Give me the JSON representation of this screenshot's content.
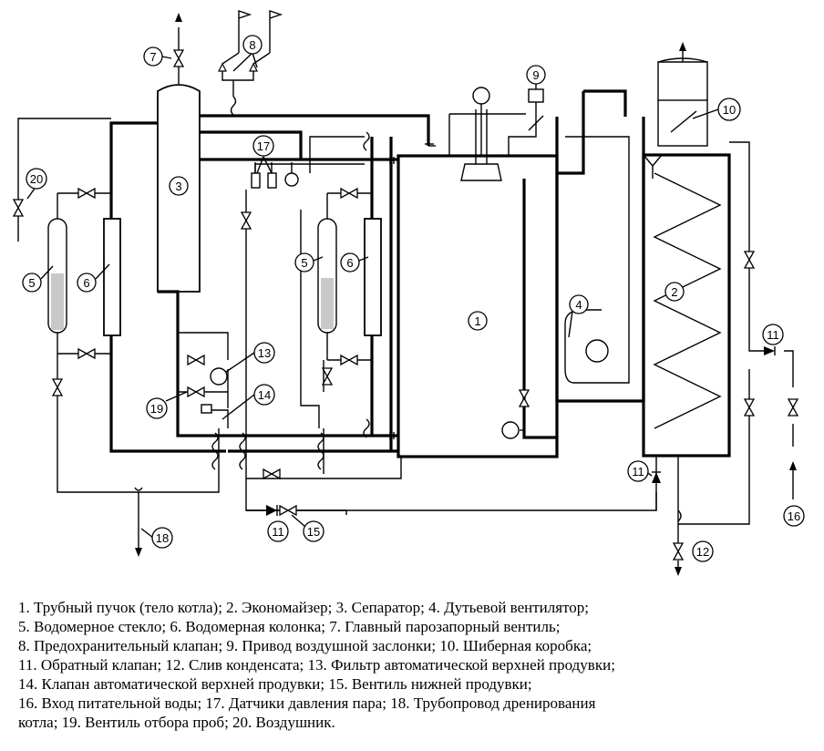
{
  "callouts": {
    "c1": "1",
    "c2": "2",
    "c3": "3",
    "c4": "4",
    "c5a": "5",
    "c5b": "5",
    "c6a": "6",
    "c6b": "6",
    "c7": "7",
    "c8": "8",
    "c9": "9",
    "c10": "10",
    "c11a": "11",
    "c11b": "11",
    "c11c": "11",
    "c12": "12",
    "c13": "13",
    "c14": "14",
    "c15": "15",
    "c16": "16",
    "c17": "17",
    "c18": "18",
    "c19": "19",
    "c20": "20"
  },
  "legend": [
    "1. Трубный пучок (тело котла); 2. Экономайзер; 3. Сепаратор; 4. Дутьевой вентилятор;",
    "5. Водомерное стекло; 6. Водомерная колонка; 7. Главный парозапорный вентиль;",
    "8. Предохранительный клапан; 9. Привод воздушной заслонки; 10. Шиберная коробка;",
    "11. Обратный клапан; 12. Слив конденсата; 13. Фильтр автоматической верхней продувки;",
    "14. Клапан автоматической верхней продувки; 15. Вентиль нижней продувки;",
    "16. Вход питательной воды; 17. Датчики давления пара; 18. Трубопровод дренирования",
    "котла; 19. Вентиль отбора проб; 20. Воздушник."
  ]
}
